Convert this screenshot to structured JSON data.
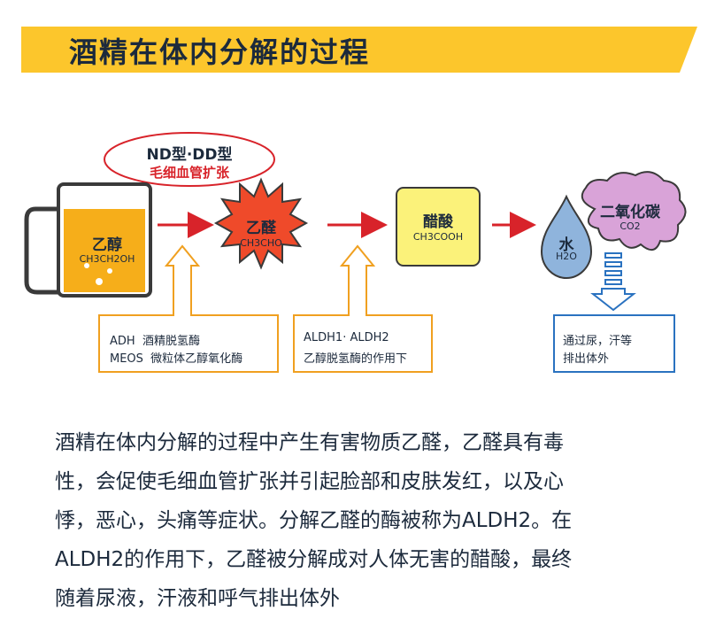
{
  "header": {
    "title": "酒精在体内分解的过程"
  },
  "diagram": {
    "dilation": {
      "line1": "ND型·DD型",
      "line2": "毛细血管扩张"
    },
    "ethanol": {
      "name": "乙醇",
      "formula": "CH3CH2OH"
    },
    "acetaldehyde": {
      "name": "乙醛",
      "formula": "CH3CHO"
    },
    "acetic_acid": {
      "name": "醋酸",
      "formula": "CH3COOH"
    },
    "water": {
      "name": "水",
      "formula": "H2O"
    },
    "co2": {
      "name": "二氧化碳",
      "formula": "CO2"
    },
    "enzyme_box_1": {
      "line1": "ADH  酒精脱氢酶",
      "line2": "MEOS  微粒体乙醇氧化酶"
    },
    "enzyme_box_2": {
      "line1": "ALDH1· ALDH2",
      "line2": "乙醇脱氢酶的作用下"
    },
    "excretion_box": {
      "line1": "通过尿，汗等",
      "line2": "排出体外"
    },
    "colors": {
      "banner": "#fcc62c",
      "arrow": "#d8232a",
      "enzyme_border": "#f0a020",
      "excretion_border": "#2a72c0",
      "acetaldehyde": "#ef4a2a",
      "acetic_acid": "#fbf27a",
      "water": "#8fb4dc",
      "co2": "#d9a3d8",
      "beer": "#f6ae1a"
    }
  },
  "description": {
    "lines": [
      "酒精在体内分解的过程中产生有害物质乙醛，乙醛具有毒",
      "性，会促使毛细血管扩张并引起脸部和皮肤发红，以及心",
      "悸，恶心，头痛等症状。分解乙醛的酶被称为ALDH2。在",
      "ALDH2的作用下，乙醛被分解成对人体无害的醋酸，最终",
      "随着尿液，汗液和呼气排出体外"
    ]
  }
}
